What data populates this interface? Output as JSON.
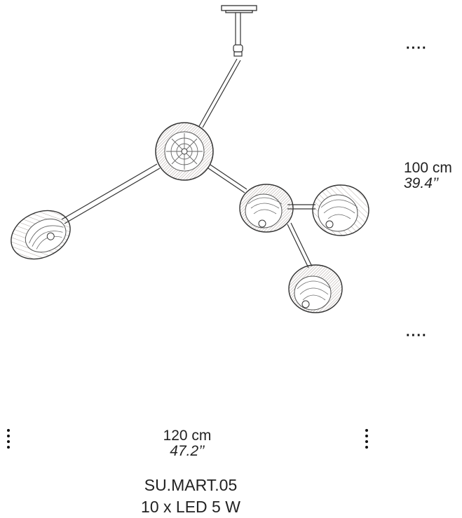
{
  "dimensions": {
    "height_cm": "100 cm",
    "height_in": "39.4’’",
    "width_cm": "120 cm",
    "width_in": "47.2’’"
  },
  "product": {
    "code": "SU.MART.05",
    "lamps": "10 x LED 5 W"
  },
  "colors": {
    "line": "#333333",
    "glass_hatch": "#8a7f7a",
    "background": "#ffffff"
  }
}
